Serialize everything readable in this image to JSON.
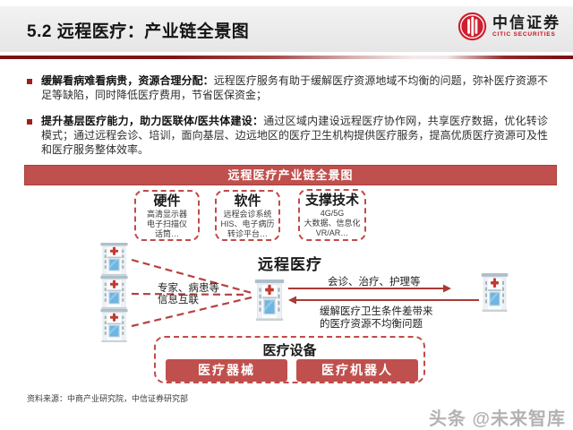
{
  "page_title": "5.2 远程医疗：产业链全景图",
  "logo": {
    "zh": "中信证券",
    "en": "CITIC SECURITIES"
  },
  "bullets": [
    {
      "lead": "缓解看病难看病贵，资源合理分配：",
      "body": "远程医疗服务有助于缓解医疗资源地域不均衡的问题，弥补医疗资源不足等缺陷，同时降低医疗费用，节省医保资金；"
    },
    {
      "lead": "提升基层医疗能力，助力医联体/医共体建设：",
      "body": "通过区域内建设远程医疗协作网，共享医疗数据，优化转诊模式；通过远程会诊、培训，面向基层、边远地区的医疗卫生机构提供医疗服务，提高优质医疗资源可及性和医疗服务整体效率。"
    }
  ],
  "diagram": {
    "banner": "远程医疗产业链全景图",
    "boxes": [
      {
        "title": "硬件",
        "items": [
          "高清显示器",
          "电子扫描仪",
          "话筒…"
        ]
      },
      {
        "title": "软件",
        "items": [
          "远程会诊系统",
          "HIS、电子病历",
          "转诊平台…"
        ]
      },
      {
        "title": "支撑技术",
        "items": [
          "4G/5G",
          "大数据、信息化",
          "VR/AR…"
        ]
      }
    ],
    "center_label": "远程医疗",
    "left_note_line1": "专家、病患等",
    "left_note_line2": "信息互联",
    "arrow_label": "会诊、治疗、护理等",
    "caption_line1": "缓解医疗卫生条件差带来",
    "caption_line2": "的医疗资源不均衡问题",
    "equipment": {
      "title": "医疗设备",
      "buttons": [
        "医疗器械",
        "医疗机器人"
      ]
    }
  },
  "footer": {
    "source": "资料来源：中商产业研究院，中信证券研究部"
  },
  "watermark": "头条 @未来智库",
  "colors": {
    "accent": "#c0504d",
    "divider_dark": "#7a1013",
    "logo_red": "#cf1f2e"
  }
}
